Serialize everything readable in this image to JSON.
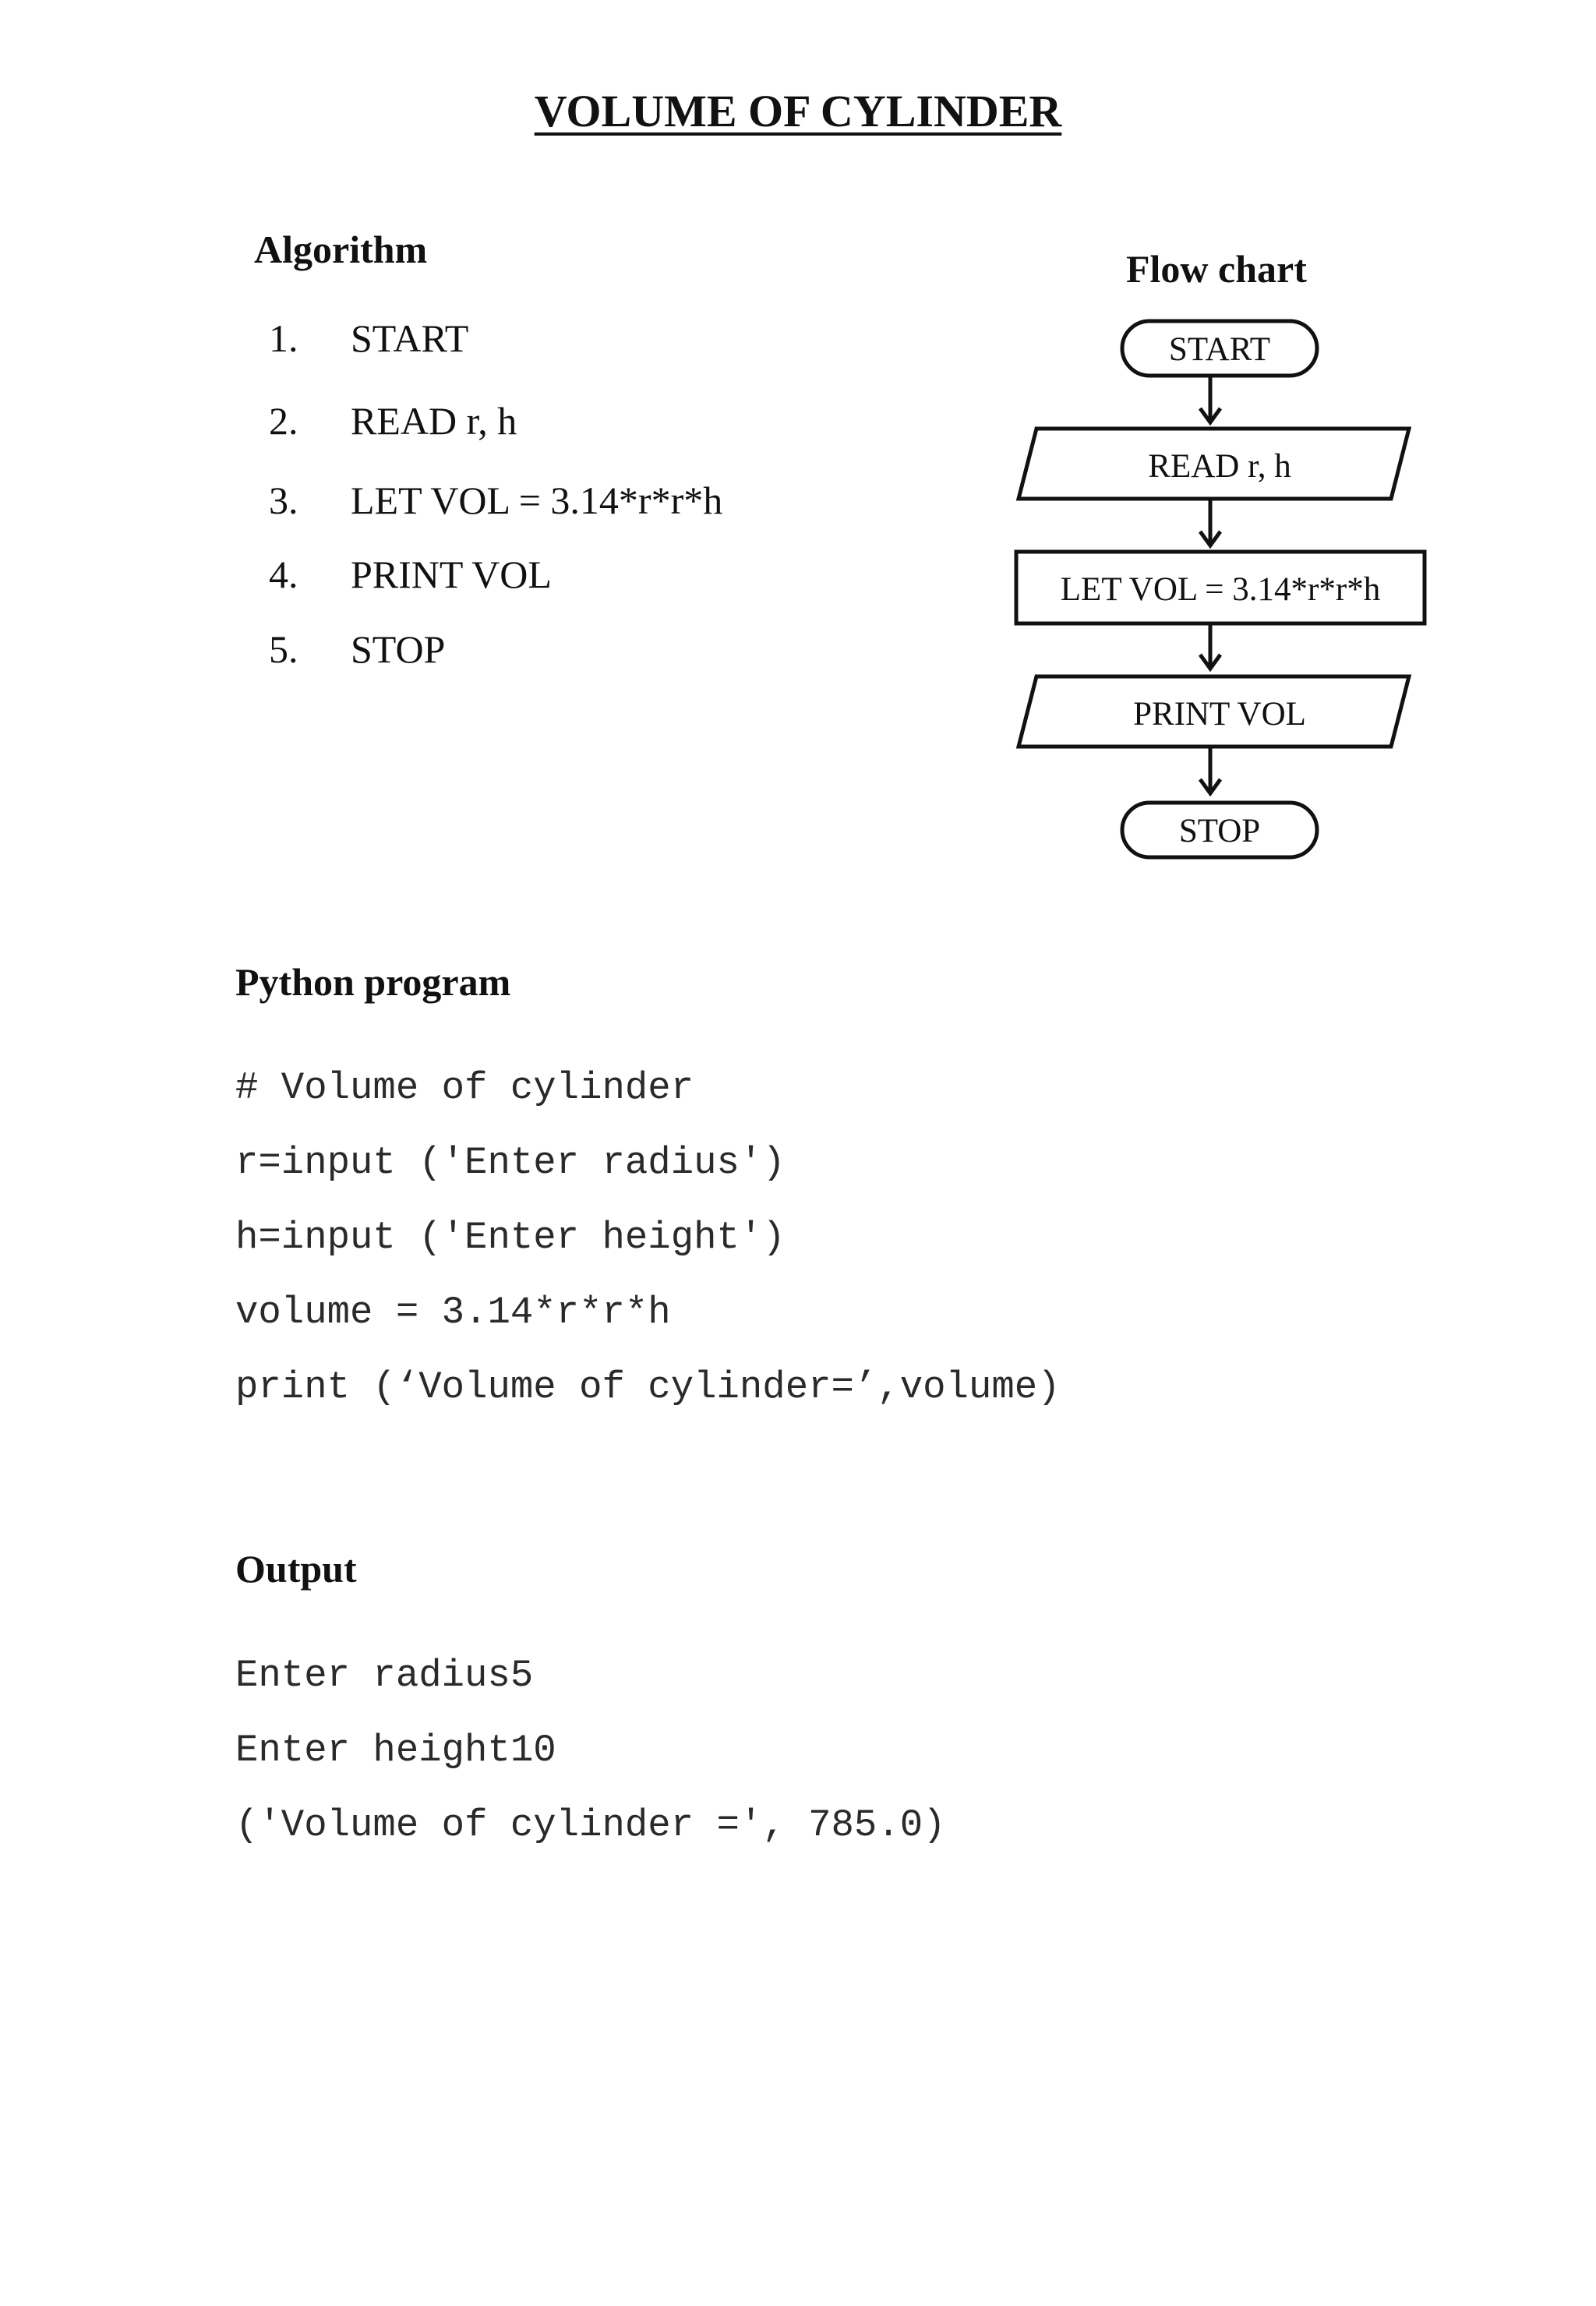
{
  "title": "VOLUME OF CYLINDER",
  "algorithm": {
    "heading": "Algorithm",
    "steps": [
      {
        "num": "1.",
        "text": "START"
      },
      {
        "num": "2.",
        "text": "READ  r, h"
      },
      {
        "num": "3.",
        "text": "LET VOL = 3.14*r*r*h"
      },
      {
        "num": "4.",
        "text": "PRINT VOL"
      },
      {
        "num": "5.",
        "text": "STOP"
      }
    ]
  },
  "flowchart": {
    "heading": "Flow chart",
    "nodes": [
      {
        "shape": "terminal",
        "text": "START"
      },
      {
        "shape": "io",
        "text": "READ  r, h"
      },
      {
        "shape": "process",
        "text": "LET VOL = 3.14*r*r*h"
      },
      {
        "shape": "io",
        "text": "PRINT VOL"
      },
      {
        "shape": "terminal",
        "text": "STOP"
      }
    ]
  },
  "program": {
    "heading": "Python program",
    "lines": [
      "# Volume of cylinder",
      "r=input ('Enter radius')",
      "h=input ('Enter height')",
      "volume = 3.14*r*r*h",
      "print (‘Volume of cylinder=’,volume)"
    ]
  },
  "output": {
    "heading": "Output",
    "lines": [
      "Enter radius5",
      "Enter height10",
      "('Volume of cylinder =', 785.0)"
    ]
  }
}
